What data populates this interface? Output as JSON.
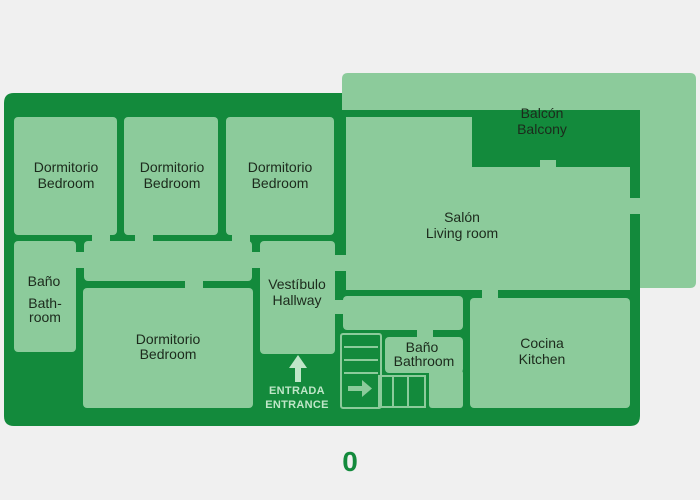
{
  "colors": {
    "background": "#f0f0f0",
    "wall": "#138a3c",
    "room": "#8ccb9b",
    "balcony": "#8ccb9b",
    "entrance_text": "#bfe6c8"
  },
  "rooms": {
    "bedroom_1": {
      "line1": "Dormitorio",
      "line2": "Bedroom"
    },
    "bedroom_2": {
      "line1": "Dormitorio",
      "line2": "Bedroom"
    },
    "bedroom_3": {
      "line1": "Dormitorio",
      "line2": "Bedroom"
    },
    "bedroom_4": {
      "line1": "Dormitorio",
      "line2": "Bedroom"
    },
    "bathroom_left": {
      "line1": "Baño",
      "line2": "Bath-",
      "line3": "room"
    },
    "hallway": {
      "line1": "Vestíbulo",
      "line2": "Hallway"
    },
    "living_room": {
      "line1": "Salón",
      "line2": "Living room"
    },
    "balcony": {
      "line1": "Balcón",
      "line2": "Balcony"
    },
    "bathroom_small": {
      "line1": "Baño",
      "line2": "Bathroom"
    },
    "kitchen": {
      "line1": "Cocina",
      "line2": "Kitchen"
    }
  },
  "entrance": {
    "line1": "ENTRADA",
    "line2": "ENTRANCE",
    "arrow_icon": "arrow-up-icon"
  },
  "stairs_icon": "stairs-icon",
  "floor_number": "0"
}
